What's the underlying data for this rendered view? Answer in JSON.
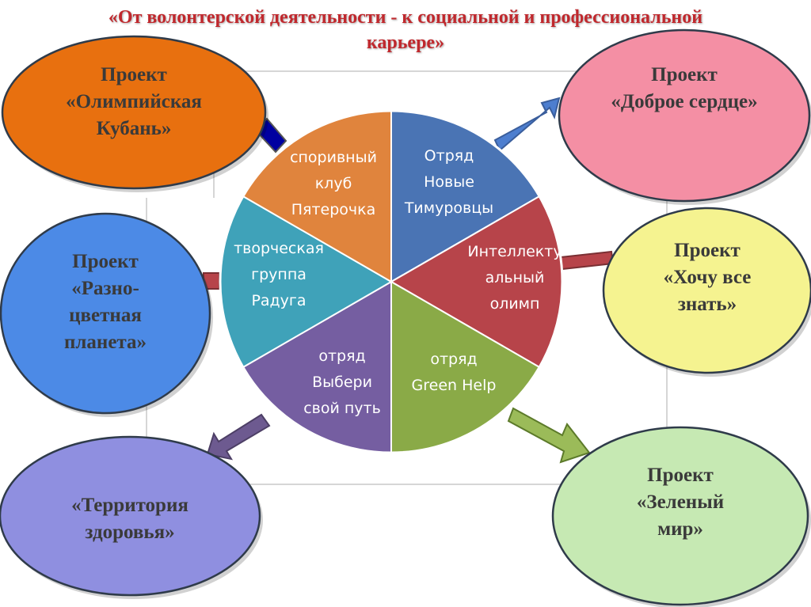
{
  "title": {
    "line1": "«От волонтерской деятельности  -  к социальной и профессиональной",
    "line2": "карьере»"
  },
  "center_wedges": [
    {
      "id": "timurovtsy",
      "lines": [
        "Отряд",
        "Новые",
        "Тимуровцы"
      ],
      "color": "#4a74b4"
    },
    {
      "id": "intellect",
      "lines": [
        "Интеллекту",
        "альный",
        "олимп"
      ],
      "color": "#b7444a"
    },
    {
      "id": "green-help",
      "lines": [
        "отряд",
        "Green Help"
      ],
      "color": "#8aaa47"
    },
    {
      "id": "vyberi",
      "lines": [
        "отряд",
        "Выбери",
        "свой путь"
      ],
      "color": "#755ea1"
    },
    {
      "id": "raduga",
      "lines": [
        "творческая",
        "группа",
        "Радуга"
      ],
      "color": "#3fa2b9"
    },
    {
      "id": "pyaterochka",
      "lines": [
        "споривный",
        "клуб",
        "Пятерочка"
      ],
      "color": "#e0843d"
    }
  ],
  "projects": [
    {
      "id": "olympic-kuban",
      "lines": [
        "Проект",
        "«Олимпийская",
        "Кубань»"
      ],
      "color": "#e8700f"
    },
    {
      "id": "raznotsvetnaya",
      "lines": [
        "Проект",
        "«Разно-",
        "цветная",
        "планета»"
      ],
      "color": "#4c8ae6"
    },
    {
      "id": "territoriya",
      "lines": [
        "«Территория",
        "здоровья»"
      ],
      "color": "#8f8fe0"
    },
    {
      "id": "dobroe-serdtse",
      "lines": [
        "Проект",
        "«Доброе сердце»"
      ],
      "color": "#f48fa4"
    },
    {
      "id": "hochu-znat",
      "lines": [
        "Проект",
        "«Хочу все",
        "знать»"
      ],
      "color": "#f5f390"
    },
    {
      "id": "zelenyi-mir",
      "lines": [
        "Проект",
        "«Зеленый",
        "мир»"
      ],
      "color": "#c6e9b3"
    }
  ]
}
